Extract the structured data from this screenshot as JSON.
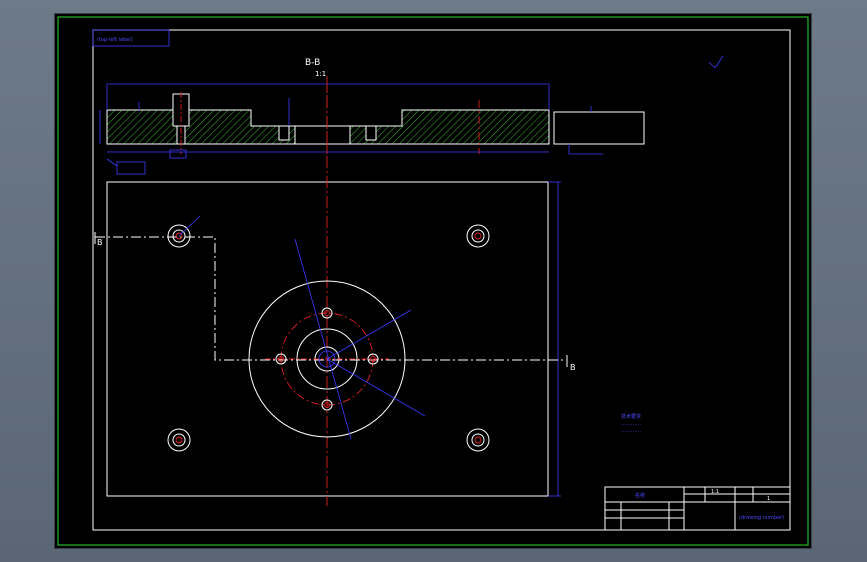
{
  "drawing": {
    "corner_label": "(top-left label)",
    "section_title": "B-B",
    "scale_label": "1:1",
    "section_mark": "B",
    "notes_lines": [
      "技术要求",
      "…………",
      "…………"
    ],
    "title_block": {
      "name_cell": "名称",
      "scale_value": "1:1",
      "sheet_value": "1",
      "drawing_no": "(drawing number)"
    }
  },
  "colors": {
    "background": "#000000",
    "outline": "#ffffff",
    "dimension": "#3b3bff",
    "centerline": "#e02020",
    "hatch": "#2f9a2f",
    "frame": "#25b825"
  }
}
